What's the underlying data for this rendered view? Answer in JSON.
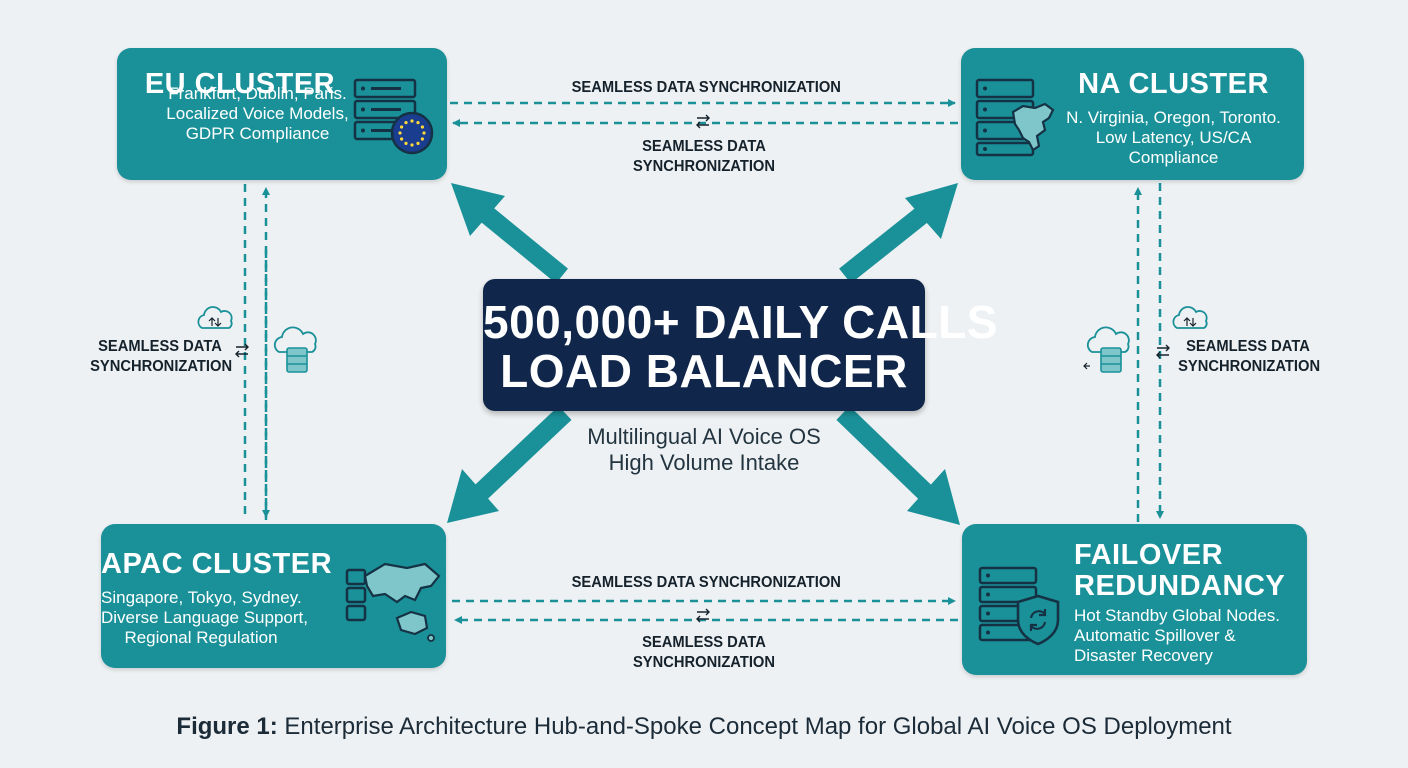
{
  "hub": {
    "title_line1": "500,000+ DAILY CALLS",
    "title_line2": "LOAD BALANCER",
    "subtitle_line1": "Multilingual AI Voice OS",
    "subtitle_line2": "High Volume Intake"
  },
  "clusters": {
    "eu": {
      "title": "EU CLUSTER",
      "lines": [
        "Frankfurt, Dublin, Paris.",
        "Localized Voice Models,",
        "GDPR Compliance"
      ],
      "icon": "server-eu-flag-icon"
    },
    "na": {
      "title": "NA CLUSTER",
      "lines": [
        "N. Virginia, Oregon, Toronto.",
        "Low Latency, US/CA",
        "Compliance"
      ],
      "icon": "server-north-america-icon"
    },
    "apac": {
      "title": "APAC CLUSTER",
      "lines": [
        "Singapore, Tokyo, Sydney.",
        "Diverse Language Support,",
        "Regional Regulation"
      ],
      "icon": "server-asia-pacific-icon"
    },
    "failover": {
      "title_line1": "FAILOVER",
      "title_line2": "REDUNDANCY",
      "lines": [
        "Hot Standby Global Nodes.",
        "Automatic Spillover &",
        "Disaster Recovery"
      ],
      "icon": "server-shield-icon"
    }
  },
  "sync_labels": {
    "top_single": "SEAMLESS DATA SYNCHRONIZATION",
    "top_double": [
      "SEAMLESS DATA",
      "SYNCHRONIZATION"
    ],
    "bottom_single": "SEAMLESS DATA SYNCHRONIZATION",
    "bottom_double": [
      "SEAMLESS DATA",
      "SYNCHRONIZATION"
    ],
    "left": [
      "SEAMLESS DATA",
      "SYNCHRONIZATION"
    ],
    "right": [
      "SEAMLESS DATA",
      "SYNCHRONIZATION"
    ]
  },
  "caption": {
    "label": "Figure 1:",
    "text": " Enterprise Architecture Hub-and-Spoke Concept Map for Global AI Voice OS Deployment"
  },
  "colors": {
    "background": "#eef1f3",
    "cluster": "#1a9199",
    "hub": "#10264a",
    "arrow": "#1a9199",
    "dashed_connector": "#1a9199",
    "text_dark": "#15222c"
  }
}
